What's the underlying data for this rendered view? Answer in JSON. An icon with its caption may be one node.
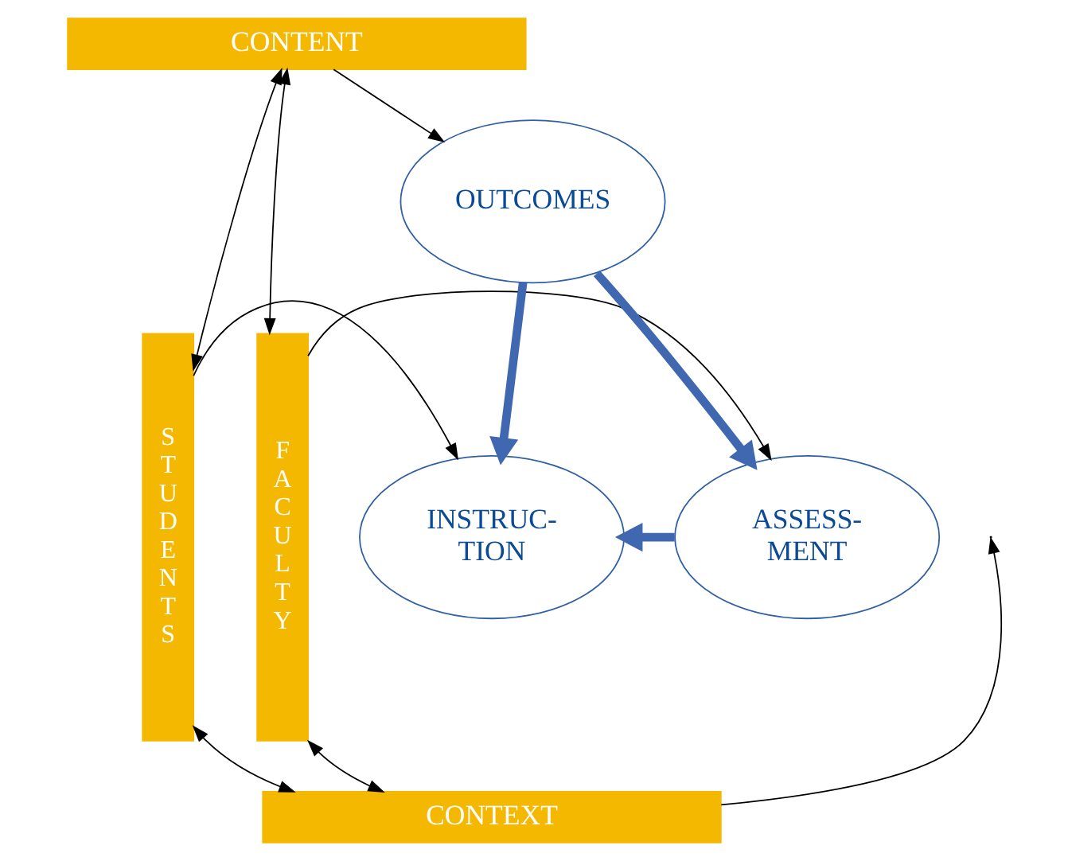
{
  "diagram": {
    "nodes": [
      {
        "text": [
          "CONTENT"
        ]
      },
      {
        "text": [
          "STUDENTS"
        ]
      },
      {
        "text": [
          "FACULTY"
        ]
      },
      {
        "text": [
          "CONTEXT"
        ]
      },
      {
        "text": [
          "OUTCOMES"
        ]
      },
      {
        "text": [
          "INSTRUC- TION"
        ]
      },
      {
        "text": [
          "ASSESS- MENT"
        ]
      }
    ],
    "edges": [
      {
        "from": 0,
        "to": 1,
        "arrow": "both"
      },
      {
        "from": 0,
        "to": 2,
        "arrow": "both"
      },
      {
        "from": 1,
        "to": 3,
        "arrow": "both"
      },
      {
        "from": 2,
        "to": 3,
        "arrow": "both"
      },
      {
        "from": 0,
        "to": 4,
        "arrow": "to"
      },
      {
        "from": 1,
        "to": 5,
        "arrow": "to"
      },
      {
        "from": 2,
        "to": 6,
        "arrow": "to"
      },
      {
        "from": 3,
        "to": null,
        "arrow": "to"
      },
      {
        "from": 4,
        "to": 5,
        "arrow": "to",
        "style": "thick",
        "color": "#3f68b0"
      },
      {
        "from": 4,
        "to": 6,
        "arrow": "to",
        "style": "thick",
        "color": "#3f68b0"
      },
      {
        "from": 6,
        "to": 5,
        "arrow": "to",
        "style": "thick",
        "color": "#3f68b0"
      }
    ]
  }
}
